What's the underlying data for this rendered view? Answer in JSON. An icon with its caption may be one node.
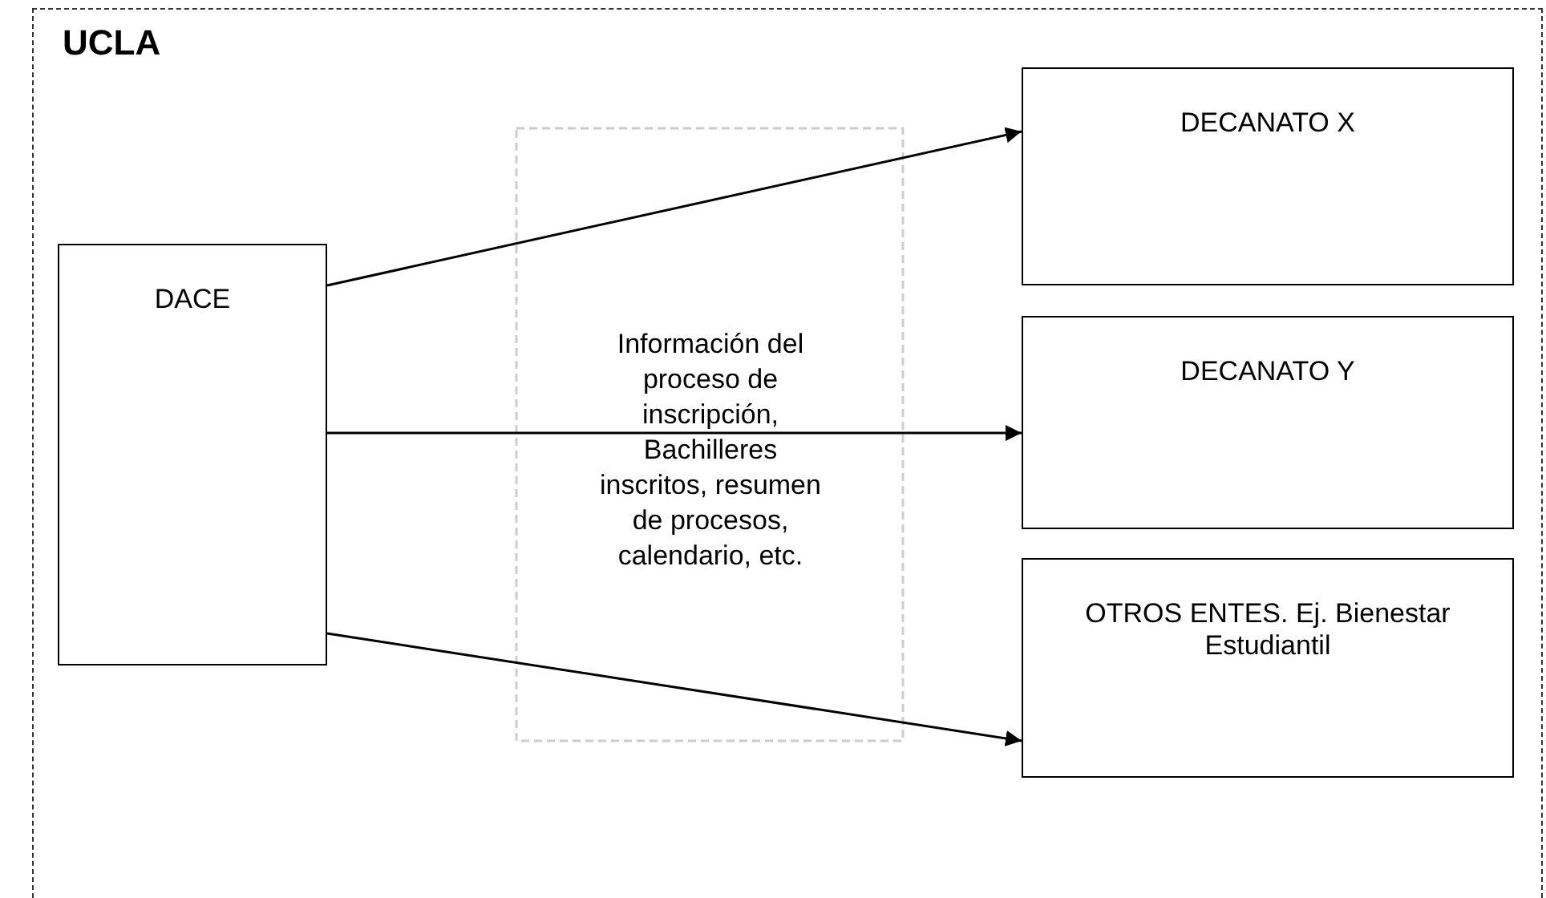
{
  "diagram": {
    "nodes": [
      {
        "text": [
          "UCLA"
        ]
      },
      {
        "text": [
          "DACE"
        ],
        "in": 0
      },
      {
        "text": [
          "DECANATO X"
        ],
        "in": 0
      },
      {
        "text": [
          "DECANATO Y"
        ],
        "in": 0
      },
      {
        "text": [
          "OTROS ENTES. Ej. Bienestar Estudiantil"
        ],
        "in": 0
      }
    ],
    "edges": [
      {
        "from": 1,
        "to": 2,
        "arrow": "to"
      },
      {
        "from": 1,
        "to": 3,
        "arrow": "to"
      },
      {
        "from": 1,
        "to": 4,
        "arrow": "to"
      }
    ],
    "labels": [
      "Información del proceso de inscripción, Bachilleres inscritos, resumen de procesos, calendario, etc."
    ]
  }
}
